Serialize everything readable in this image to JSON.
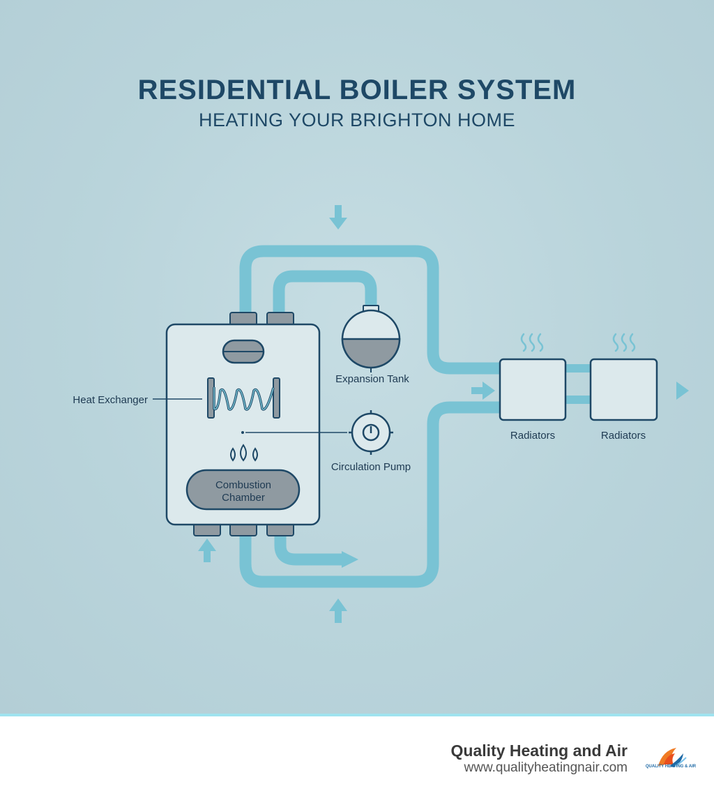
{
  "header": {
    "title": "RESIDENTIAL BOILER SYSTEM",
    "subtitle": "HEATING YOUR BRIGHTON HOME"
  },
  "diagram": {
    "components": {
      "heat_exchanger": "Heat Exchanger",
      "expansion_tank": "Expansion Tank",
      "circulation_pump": "Circulation Pump",
      "combustion_chamber_line1": "Combustion",
      "combustion_chamber_line2": "Chamber",
      "radiator_1": "Radiators",
      "radiator_2": "Radiators"
    }
  },
  "footer": {
    "company": "Quality Heating and Air",
    "url": "www.qualityheatingnair.com",
    "logo_text": "QUALITY HEATING & AIR"
  },
  "colors": {
    "background": "#bcd6dd",
    "pipe": "#79c3d4",
    "outline": "#1e4866",
    "boiler_fill": "#dce9ec",
    "accent_line": "#9fe3ef"
  }
}
